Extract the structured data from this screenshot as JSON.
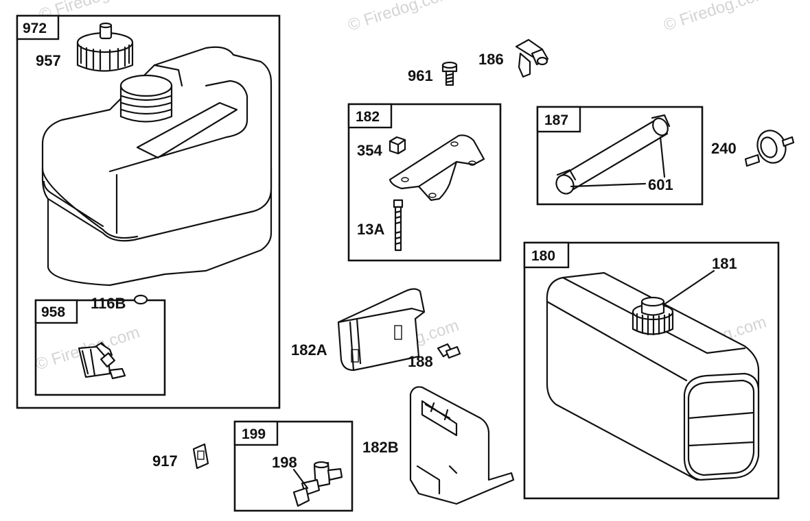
{
  "watermark": "© Firedog.com",
  "groups": {
    "g972": "972",
    "g958": "958",
    "g182": "182",
    "g187": "187",
    "g180": "180",
    "g199": "199"
  },
  "parts": {
    "p957": "957",
    "p116b": "116B",
    "p961": "961",
    "p186": "186",
    "p354": "354",
    "p13a": "13A",
    "p601": "601",
    "p240": "240",
    "p181": "181",
    "p182a": "182A",
    "p188": "188",
    "p182b": "182B",
    "p917": "917",
    "p198": "198"
  }
}
